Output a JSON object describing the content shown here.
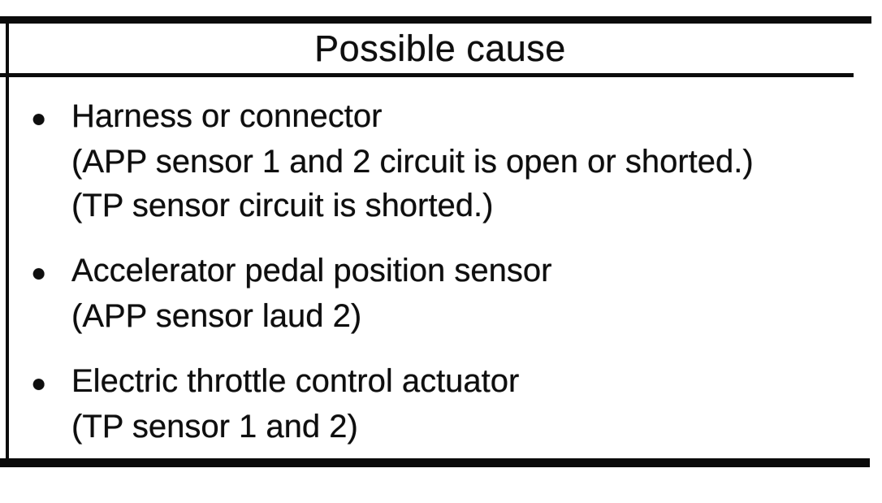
{
  "table": {
    "header": "Possible cause",
    "bullet_glyph": "●",
    "items": [
      {
        "title": "Harness or connector",
        "details": [
          "(APP sensor 1 and 2 circuit is open or shorted.)",
          "(TP sensor circuit is shorted.)"
        ]
      },
      {
        "title": "Accelerator pedal position sensor",
        "details": [
          "(APP sensor laud 2)"
        ]
      },
      {
        "title": "Electric throttle control actuator",
        "details": [
          "(TP sensor 1 and 2)"
        ]
      }
    ],
    "colors": {
      "ink": "#0b0b0b",
      "paper": "#ffffff"
    }
  }
}
